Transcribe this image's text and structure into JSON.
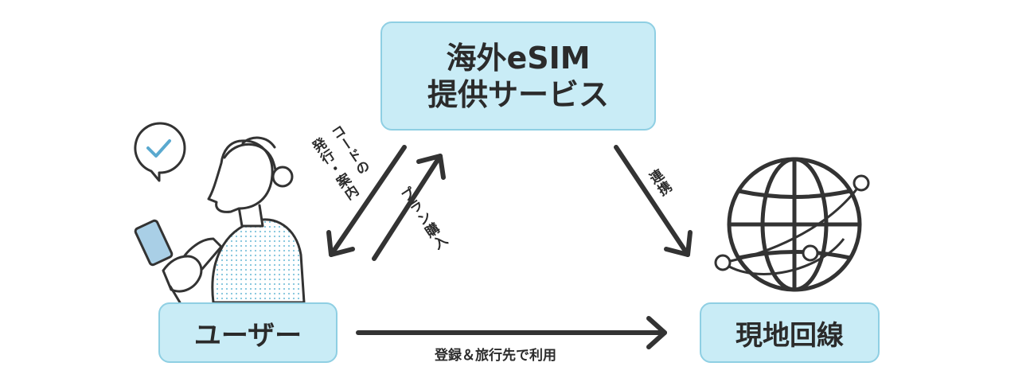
{
  "nodes": {
    "esim_service": {
      "line1": "海外eSIM",
      "line2": "提供サービス"
    },
    "user": "ユーザー",
    "local_network": "現地回線"
  },
  "edges": {
    "esim_to_user": {
      "line1": "コードの",
      "line2": "発行・案内"
    },
    "user_to_esim": "プラン購入",
    "esim_to_local": "連携",
    "user_to_local": "登録＆旅行先で利用"
  },
  "icons": [
    "check-bubble-icon",
    "woman-with-smartphone-illustration",
    "globe-network-icon"
  ],
  "colors": {
    "box_fill": "#c9ecf6",
    "box_border": "#8fcfe3",
    "arrow": "#333333",
    "dots": "#7fc3dc",
    "check": "#5aa9cf"
  }
}
